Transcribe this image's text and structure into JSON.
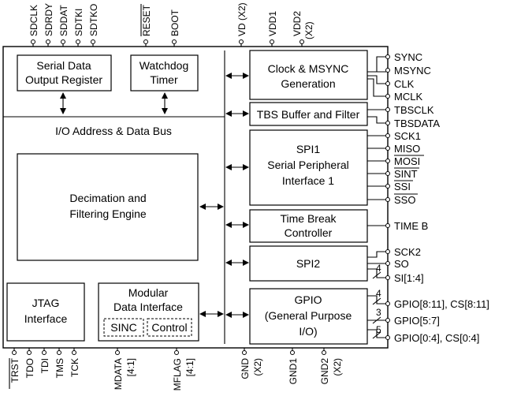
{
  "top_pins": {
    "sdclk": "SDCLK",
    "sdrdy": "SDRDY",
    "sddat": "SDDAT",
    "sdtki": "SDTKI",
    "sdtko": "SDTKO",
    "reset": "RESET",
    "boot": "BOOT",
    "vd": "VD (X2)",
    "vdd1": "VDD1",
    "vdd2": "VDD2",
    "vdd2_count": "(X2)"
  },
  "bottom_pins": {
    "trst": "TRST",
    "tdo": "TDO",
    "tdi": "TDI",
    "tms": "TMS",
    "tck": "TCK",
    "mdata": "MDATA",
    "mdata_width": "[4:1]",
    "mflag": "MFLAG",
    "mflag_width": "[4:1]",
    "gnd": "GND",
    "gnd_count": "(X2)",
    "gnd1": "GND1",
    "gnd2": "GND2",
    "gnd2_count": "(X2)"
  },
  "right_pins": {
    "sync": "SYNC",
    "msync": "MSYNC",
    "clk": "CLK",
    "mclk": "MCLK",
    "tbsclk": "TBSCLK",
    "tbsdata": "TBSDATA",
    "sck1": "SCK1",
    "miso": "MISO",
    "mosi": "MOSI",
    "sint": "SINT",
    "ssi": "SSI",
    "sso": "SSO",
    "timeb": "TIME B",
    "sck2": "SCK2",
    "so": "SO",
    "si": "SI[1:4]",
    "gpio_a": "GPIO[8:11], CS[8:11]",
    "gpio_b": "GPIO[5:7]",
    "gpio_c": "GPIO[0:4], CS[0:4]"
  },
  "bus_counts": {
    "si": "4",
    "gpio_a": "4",
    "gpio_b": "3",
    "gpio_c": "5"
  },
  "blocks": {
    "serial_out_1": "Serial Data",
    "serial_out_2": "Output Register",
    "watchdog_1": "Watchdog",
    "watchdog_2": "Timer",
    "bus": "I/O Address & Data Bus",
    "decim_1": "Decimation and",
    "decim_2": "Filtering Engine",
    "jtag_1": "JTAG",
    "jtag_2": "Interface",
    "modular_1": "Modular",
    "modular_2": "Data Interface",
    "sinc": "SINC",
    "control": "Control",
    "clock_1": "Clock & MSYNC",
    "clock_2": "Generation",
    "tbs": "TBS Buffer and Filter",
    "spi1_1": "SPI1",
    "spi1_2": "Serial Peripheral",
    "spi1_3": "Interface 1",
    "timebreak_1": "Time Break",
    "timebreak_2": "Controller",
    "spi2": "SPI2",
    "gpio_1": "GPIO",
    "gpio_2": "(General Purpose",
    "gpio_3": "I/O)"
  }
}
